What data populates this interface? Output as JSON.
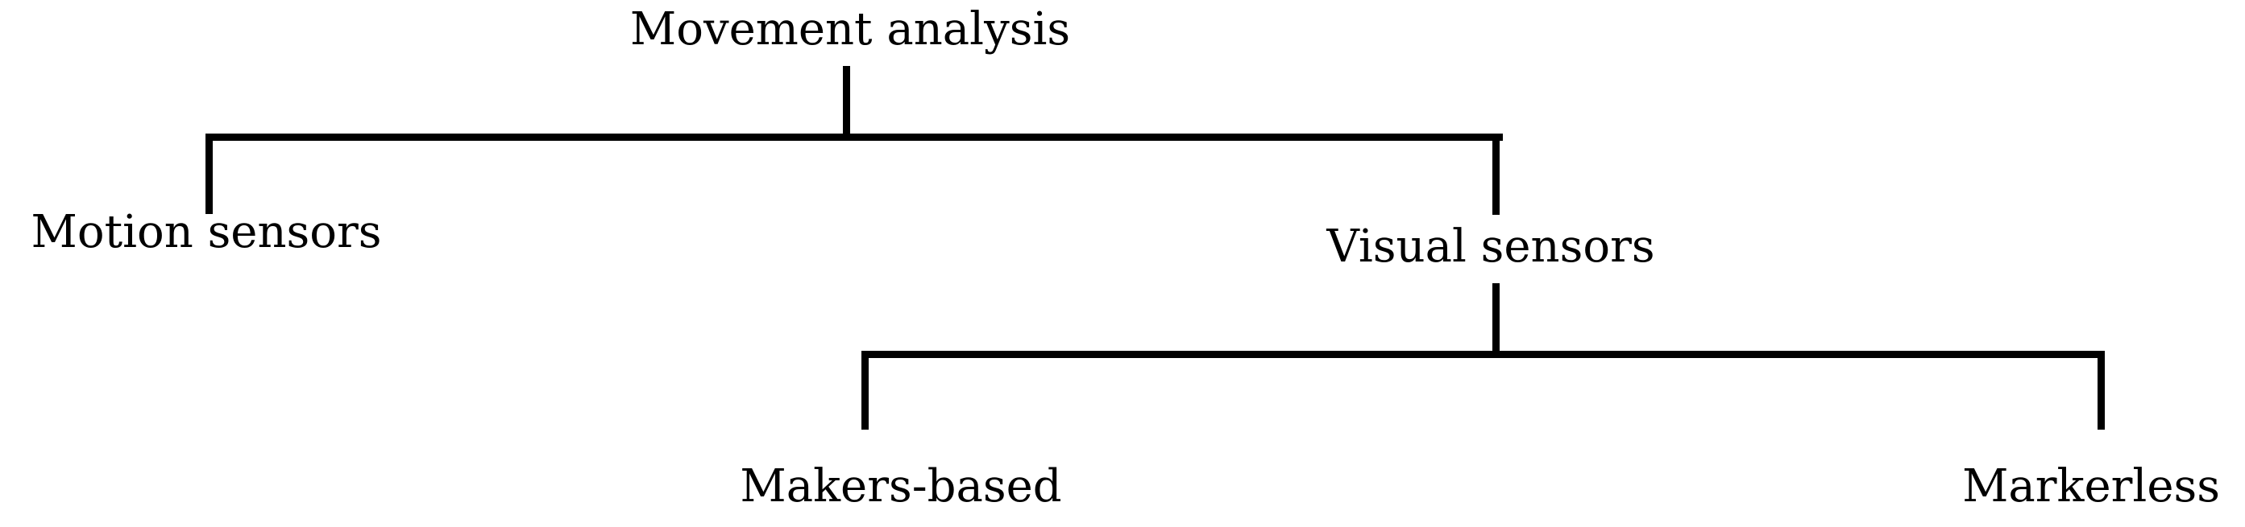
{
  "diagram": {
    "type": "tree",
    "background_color": "#ffffff",
    "line_color": "#000000",
    "text_color": "#000000"
  },
  "tree": {
    "root": {
      "label": "Movement analysis",
      "children": [
        {
          "label": "Motion sensors",
          "children": []
        },
        {
          "label": "Visual sensors",
          "children": [
            {
              "label": "Makers-based",
              "children": []
            },
            {
              "label": "Markerless",
              "children": []
            }
          ]
        }
      ]
    }
  }
}
